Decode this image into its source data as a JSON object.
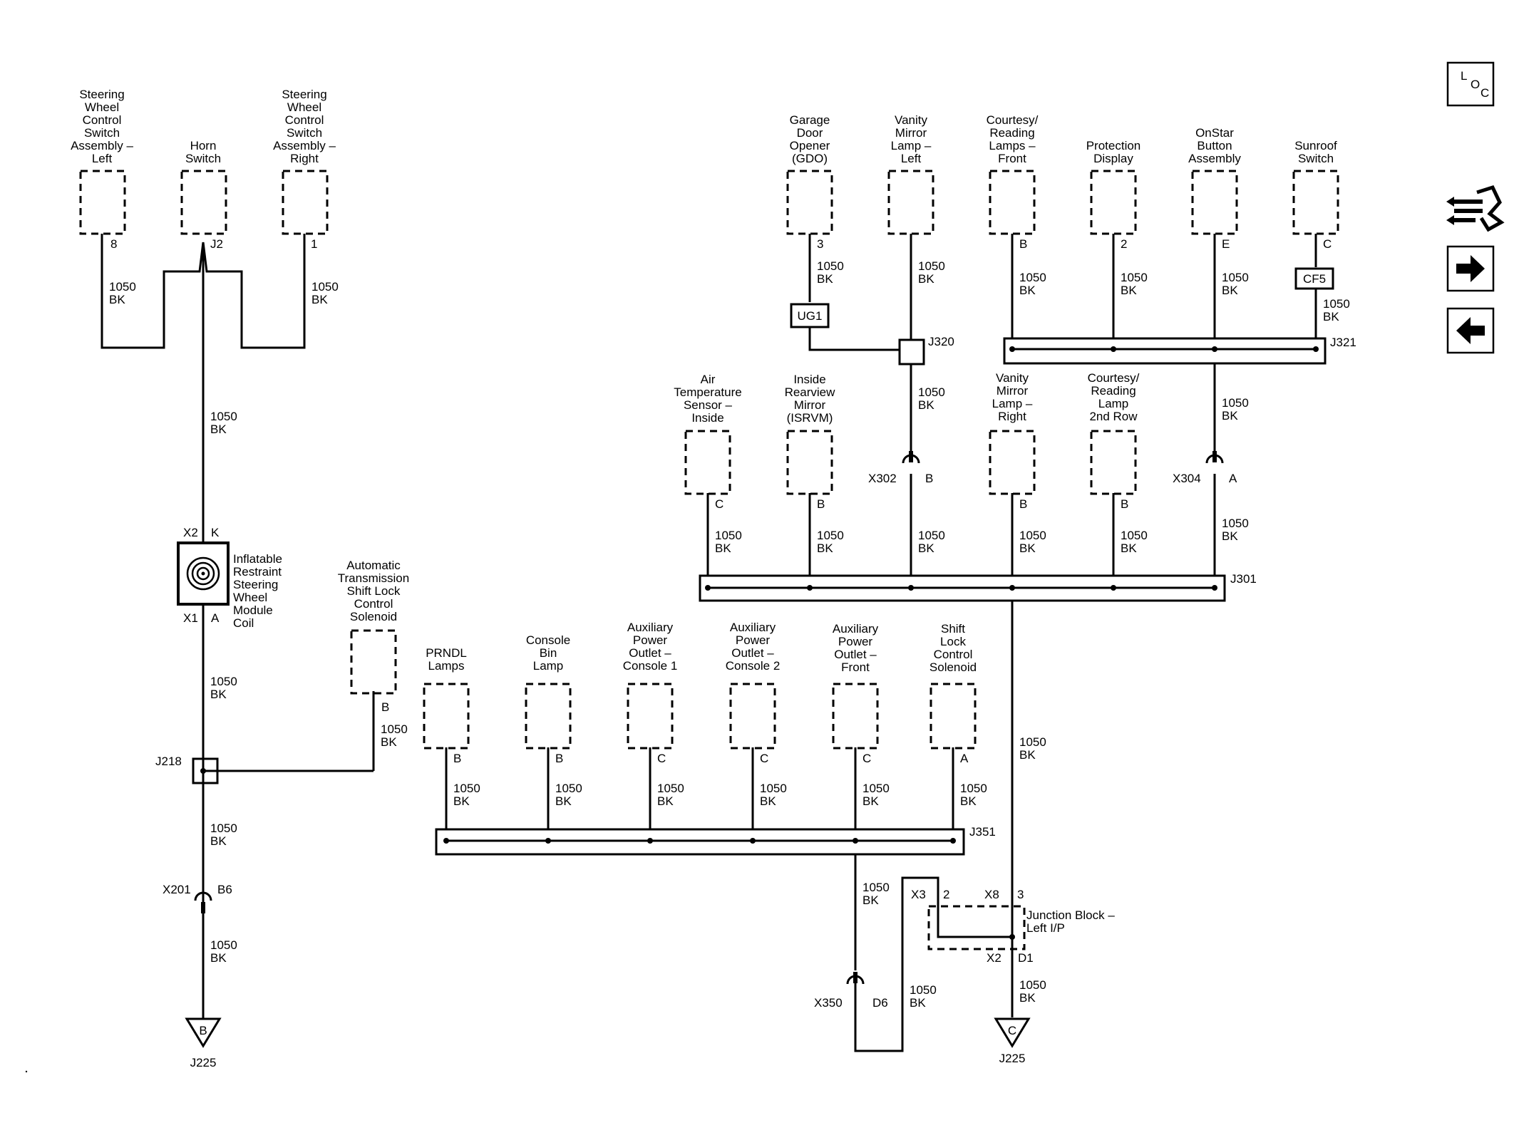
{
  "components": {
    "sw_left": [
      "Steering",
      "Wheel",
      "Control",
      "Switch",
      "Assembly –",
      "Left"
    ],
    "horn": [
      "Horn",
      "Switch"
    ],
    "sw_right": [
      "Steering",
      "Wheel",
      "Control",
      "Switch",
      "Assembly –",
      "Right"
    ],
    "gdo": [
      "Garage",
      "Door",
      "Opener",
      "(GDO)"
    ],
    "vanity_left": [
      "Vanity",
      "Mirror",
      "Lamp –",
      "Left"
    ],
    "courtesy_front": [
      "Courtesy/",
      "Reading",
      "Lamps –",
      "Front"
    ],
    "protection": [
      "Protection",
      "Display"
    ],
    "onstar": [
      "OnStar",
      "Button",
      "Assembly"
    ],
    "sunroof": [
      "Sunroof",
      "Switch"
    ],
    "air_temp": [
      "Air",
      "Temperature",
      "Sensor –",
      "Inside"
    ],
    "isrvm": [
      "Inside",
      "Rearview",
      "Mirror",
      "(ISRVM)"
    ],
    "vanity_right": [
      "Vanity",
      "Mirror",
      "Lamp –",
      "Right"
    ],
    "courtesy_2nd": [
      "Courtesy/",
      "Reading",
      "Lamp",
      "2nd Row"
    ],
    "coil": [
      "Inflatable",
      "Restraint",
      "Steering",
      "Wheel",
      "Module",
      "Coil"
    ],
    "shift_lock_auto": [
      "Automatic",
      "Transmission",
      "Shift Lock",
      "Control",
      "Solenoid"
    ],
    "prndl": [
      "PRNDL",
      "Lamps"
    ],
    "console_bin": [
      "Console",
      "Bin",
      "Lamp"
    ],
    "aux_console1": [
      "Auxiliary",
      "Power",
      "Outlet –",
      "Console 1"
    ],
    "aux_console2": [
      "Auxiliary",
      "Power",
      "Outlet –",
      "Console 2"
    ],
    "aux_front": [
      "Auxiliary",
      "Power",
      "Outlet –",
      "Front"
    ],
    "shift_lock_sol": [
      "Shift",
      "Lock",
      "Control",
      "Solenoid"
    ],
    "junction_block": [
      "Junction Block –",
      "Left I/P"
    ]
  },
  "wire": {
    "circuit": "1050",
    "color": "BK"
  },
  "pins": {
    "sw_left": "8",
    "horn": "J2",
    "sw_right": "1",
    "gdo": "3",
    "courtesy_front": "B",
    "protection": "2",
    "onstar": "E",
    "sunroof": "C",
    "air_temp": "C",
    "isrvm": "B",
    "vanity_right": "B",
    "courtesy_2nd": "B",
    "coil_top_conn": "X2",
    "coil_top_pin": "K",
    "coil_bot_conn": "X1",
    "coil_bot_pin": "A",
    "shift_lock_auto": "B",
    "prndl": "B",
    "console_bin": "B",
    "aux_console1": "C",
    "aux_console2": "C",
    "aux_front": "C",
    "shift_lock_sol": "A",
    "jb_x3": "X3",
    "jb_2": "2",
    "jb_x8": "X8",
    "jb_3": "3",
    "jb_x2": "X2",
    "jb_d1": "D1"
  },
  "splices": {
    "j320": "J320",
    "j321": "J321",
    "j301": "J301",
    "j351": "J351",
    "j218": "J218"
  },
  "inline_connectors": {
    "x302": "X302",
    "x302_pin": "B",
    "x304": "X304",
    "x304_pin": "A",
    "x201": "X201",
    "x201_pin": "B6",
    "x350": "X350",
    "x350_pin": "D6"
  },
  "boxes": {
    "ug1": "UG1",
    "cf5": "CF5"
  },
  "grounds": {
    "left_letter": "B",
    "left_name": "J225",
    "right_letter": "C",
    "right_name": "J225"
  },
  "nav": {
    "loc_l": "L",
    "loc_o": "O",
    "loc_c": "C"
  }
}
